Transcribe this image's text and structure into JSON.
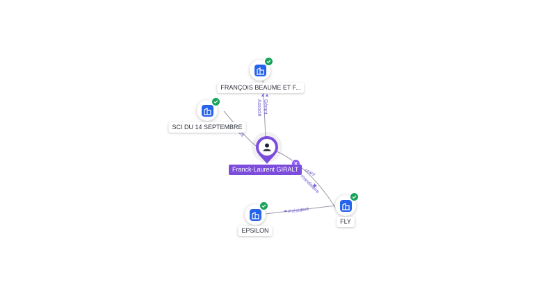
{
  "person": {
    "name": "Franck-Laurent GIRALT",
    "icon": "person-icon",
    "color": "#7c4ddb"
  },
  "companies": [
    {
      "name": "FRANÇOIS BEAUME ET F...",
      "icon": "building-icon",
      "verified": true
    },
    {
      "name": "SCI DU 14 SEPTEMBRE",
      "icon": "building-icon",
      "verified": true
    },
    {
      "name": "FLY",
      "icon": "building-icon",
      "verified": true
    },
    {
      "name": "EPSILON",
      "icon": "building-icon",
      "verified": true
    }
  ],
  "edges": [
    {
      "from": "Franck-Laurent GIRALT",
      "to": "FRANÇOIS BEAUME ET F...",
      "labels": [
        "Gérant",
        "Associé"
      ]
    },
    {
      "from": "Franck-Laurent GIRALT",
      "to": "SCI DU 14 SEPTEMBRE",
      "labels": [
        "ant"
      ]
    },
    {
      "from": "Franck-Laurent GIRALT",
      "to": "FLY",
      "labels": [
        "orant",
        "mandataire"
      ]
    },
    {
      "from": "FLY",
      "to": "EPSILON",
      "labels": [
        "Président"
      ]
    }
  ],
  "colors": {
    "company": "#2563eb",
    "verified": "#19a35a",
    "edge": "#8a8a98",
    "edge_label": "#6d5bd0"
  }
}
